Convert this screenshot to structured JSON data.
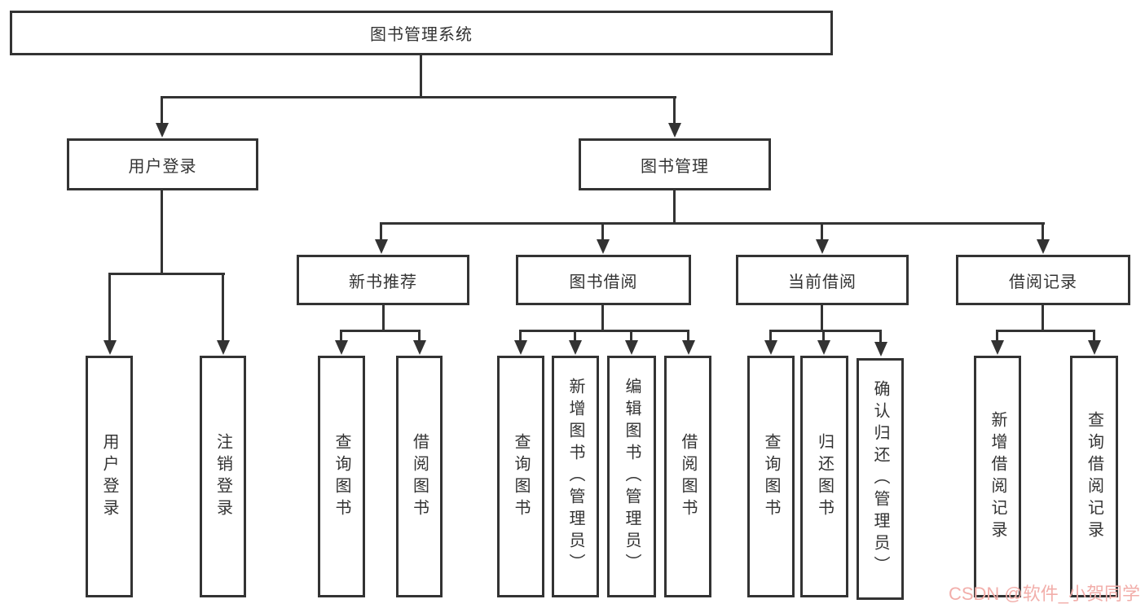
{
  "diagram": {
    "title": "图书管理系统",
    "level2": [
      {
        "label": "用户登录"
      },
      {
        "label": "图书管理"
      }
    ],
    "level3": [
      {
        "label": "新书推荐"
      },
      {
        "label": "图书借阅"
      },
      {
        "label": "当前借阅"
      },
      {
        "label": "借阅记录"
      }
    ],
    "leaves": {
      "login": [
        "用户登录",
        "注销登录"
      ],
      "newbook": [
        "查询图书",
        "借阅图书"
      ],
      "borrow": [
        "查询图书",
        "新增图书（管理员）",
        "编辑图书（管理员）",
        "借阅图书"
      ],
      "current": [
        "查询图书",
        "归还图书",
        "确认归还（管理员）"
      ],
      "records": [
        "新增借阅记录",
        "查询借阅记录"
      ]
    },
    "watermark": "CSDN @软件_小贺同学",
    "colors": {
      "line": "#333333",
      "watermark": "#f2aeaa"
    }
  }
}
